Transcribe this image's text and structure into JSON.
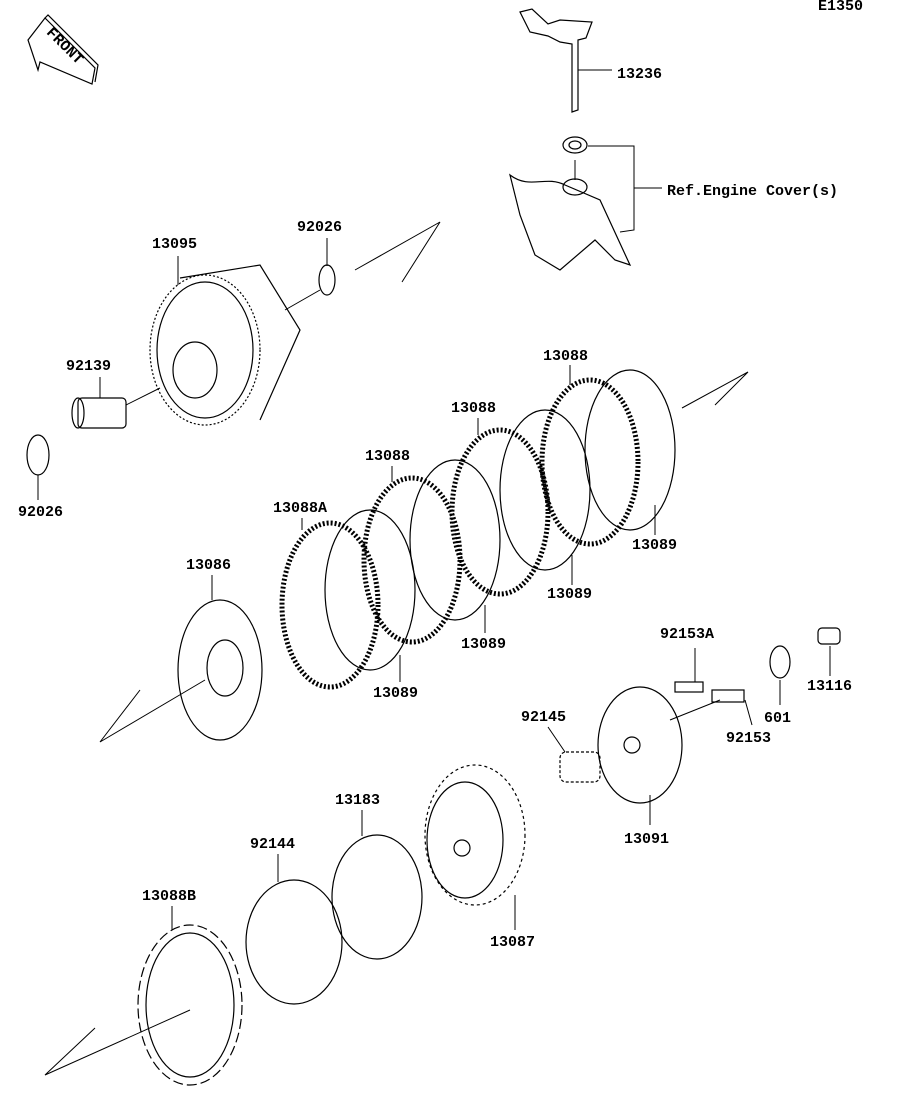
{
  "diagram_code": "E1350",
  "front_marker": "FRONT",
  "reference_note": "Ref.Engine Cover(s)",
  "parts": {
    "shift_lever": "13236",
    "washer_top": "92026",
    "clutch_housing": "13095",
    "sleeve": "92139",
    "washer_bottom": "92026",
    "friction_plate_1": "13088",
    "friction_plate_2": "13088",
    "friction_plate_3": "13088",
    "friction_plate_a": "13088A",
    "pressure_plate": "13086",
    "steel_plate_1": "13089",
    "steel_plate_2": "13089",
    "steel_plate_3": "13089",
    "steel_plate_4": "13089",
    "bolt_a": "92153A",
    "pin": "13116",
    "bearing": "601",
    "bolt": "92153",
    "spring": "92145",
    "spring_plate": "13091",
    "ring_13183": "13183",
    "ring_92144": "92144",
    "friction_plate_b": "13088B",
    "clutch_hub": "13087"
  }
}
